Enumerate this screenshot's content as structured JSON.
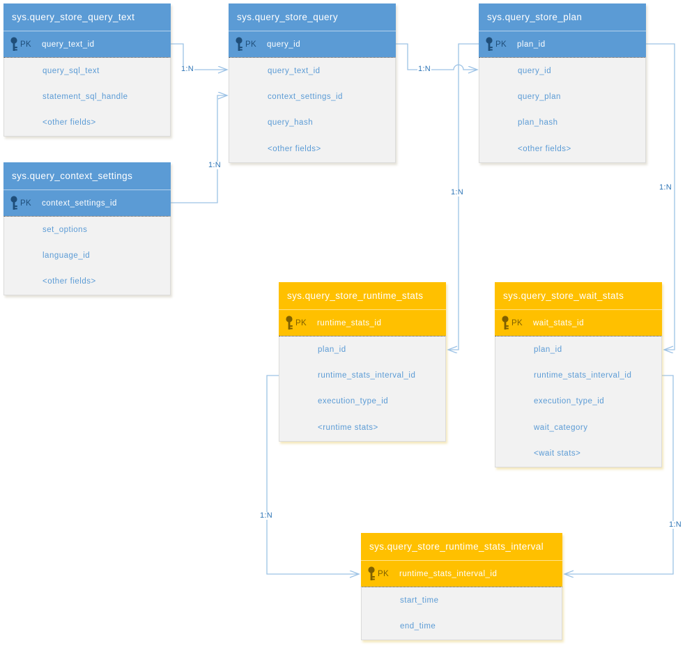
{
  "colors": {
    "blue_header": "#5B9BD5",
    "blue_key": "#1F4E79",
    "orange_header": "#FFC000",
    "orange_key": "#7F6000",
    "body_background": "#F2F2F2",
    "field_text": "#5B9BD5",
    "connector_line": "#9CC2E5",
    "cardinality_text": "#2E75B6"
  },
  "tables": [
    {
      "title": "sys.query_store_query_text",
      "theme": "blue",
      "pk_label": "PK",
      "pk_field": "query_text_id",
      "fields": [
        "query_sql_text",
        "statement_sql_handle",
        "<other fields>"
      ]
    },
    {
      "title": "sys.query_store_query",
      "theme": "blue",
      "pk_label": "PK",
      "pk_field": "query_id",
      "fields": [
        "query_text_id",
        "context_settings_id",
        "query_hash",
        "<other fields>"
      ]
    },
    {
      "title": "sys.query_store_plan",
      "theme": "blue",
      "pk_label": "PK",
      "pk_field": "plan_id",
      "fields": [
        "query_id",
        "query_plan",
        "plan_hash",
        "<other fields>"
      ]
    },
    {
      "title": "sys.query_context_settings",
      "theme": "blue",
      "pk_label": "PK",
      "pk_field": "context_settings_id",
      "fields": [
        "set_options",
        "language_id",
        "<other fields>"
      ]
    },
    {
      "title": "sys.query_store_runtime_stats",
      "theme": "orange",
      "pk_label": "PK",
      "pk_field": "runtime_stats_id",
      "fields": [
        "plan_id",
        "runtime_stats_interval_id",
        "execution_type_id",
        "<runtime stats>"
      ]
    },
    {
      "title": "sys.query_store_wait_stats",
      "theme": "orange",
      "pk_label": "PK",
      "pk_field": "wait_stats_id",
      "fields": [
        "plan_id",
        "runtime_stats_interval_id",
        "execution_type_id",
        "wait_category",
        "<wait stats>"
      ]
    },
    {
      "title": "sys.query_store_runtime_stats_interval",
      "theme": "orange",
      "pk_label": "PK",
      "pk_field": "runtime_stats_interval_id",
      "fields": [
        "start_time",
        "end_time"
      ]
    }
  ],
  "connectors": [
    {
      "label": "1:N",
      "from": "sys.query_store_query_text.query_text_id",
      "to": "sys.query_store_query.query_text_id"
    },
    {
      "label": "1:N",
      "from": "sys.query_context_settings.context_settings_id",
      "to": "sys.query_store_query.context_settings_id"
    },
    {
      "label": "1:N",
      "from": "sys.query_store_query.query_id",
      "to": "sys.query_store_plan.query_id"
    },
    {
      "label": "1:N",
      "from": "sys.query_store_plan.plan_id",
      "to": "sys.query_store_runtime_stats.plan_id"
    },
    {
      "label": "1:N",
      "from": "sys.query_store_plan.plan_id",
      "to": "sys.query_store_wait_stats.plan_id"
    },
    {
      "label": "1:N",
      "from": "sys.query_store_runtime_stats.runtime_stats_interval_id",
      "to": "sys.query_store_runtime_stats_interval.runtime_stats_interval_id"
    },
    {
      "label": "1:N",
      "from": "sys.query_store_wait_stats.runtime_stats_interval_id",
      "to": "sys.query_store_runtime_stats_interval.runtime_stats_interval_id"
    }
  ]
}
